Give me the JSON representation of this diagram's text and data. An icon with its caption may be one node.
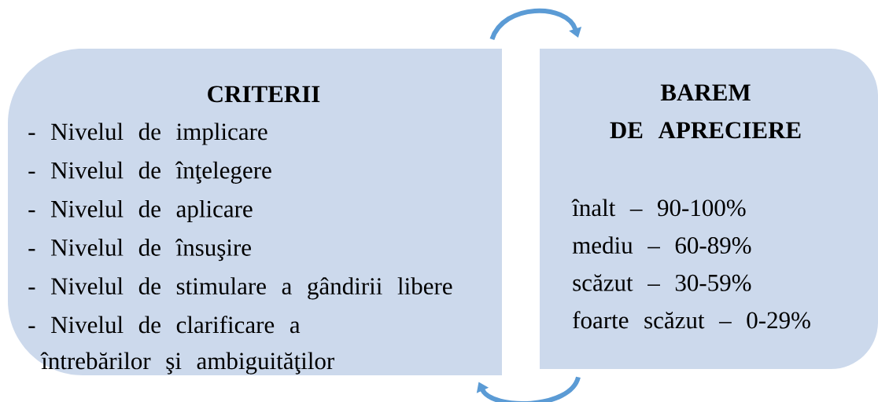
{
  "diagram": {
    "nodes": [
      {
        "text": [
          "CRITERII",
          "- Nivelul de implicare",
          "- Nivelul de înţelegere",
          "- Nivelul de aplicare",
          "- Nivelul de însuşire",
          "- Nivelul de stimulare a gândirii libere",
          "- Nivelul de clarificare a întrebărilor şi ambiguităţilor"
        ]
      },
      {
        "text": [
          "BAREM",
          "DE APRECIERE",
          "înalt – 90-100%",
          "mediu – 60-89%",
          "scăzut – 30-59%",
          "foarte scăzut – 0-29%"
        ]
      }
    ],
    "edges": [
      {
        "from": 0,
        "to": 1,
        "arrow": "to"
      },
      {
        "from": 1,
        "to": 0,
        "arrow": "to"
      }
    ]
  }
}
